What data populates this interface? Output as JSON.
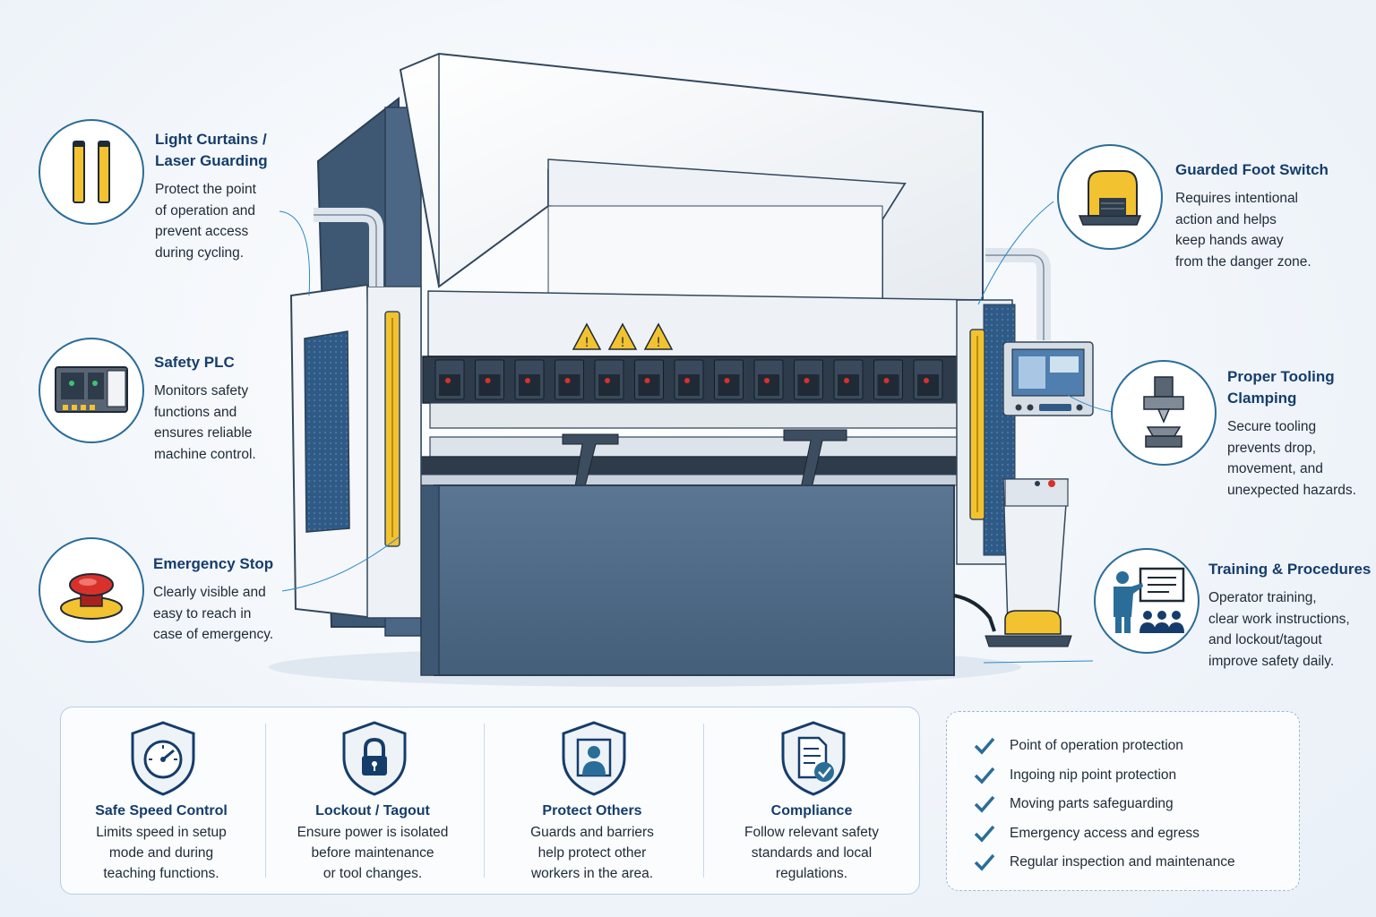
{
  "callouts": {
    "light_curtains": {
      "title": "Light Curtains /\nLaser Guarding",
      "desc": "Protect the point\nof operation and\nprevent access\nduring cycling."
    },
    "safety_plc": {
      "title": "Safety PLC",
      "desc": "Monitors safety\nfunctions and\nensures reliable\nmachine control."
    },
    "emergency_stop": {
      "title": "Emergency Stop",
      "desc": "Clearly visible and\neasy to reach in\ncase of emergency."
    },
    "foot_switch": {
      "title": "Guarded Foot Switch",
      "desc": "Requires intentional\naction and helps\nkeep hands away\nfrom the danger zone."
    },
    "tooling": {
      "title": "Proper Tooling\nClamping",
      "desc": "Secure tooling\nprevents drop,\nmovement, and\nunexpected hazards."
    },
    "training": {
      "title": "Training & Procedures",
      "desc": "Operator training,\nclear work instructions,\nand lockout/tagout\nimprove safety daily."
    }
  },
  "features": [
    {
      "title": "Safe Speed Control",
      "desc": "Limits speed in setup\nmode and during\nteaching functions.",
      "icon": "gauge-shield-icon"
    },
    {
      "title": "Lockout / Tagout",
      "desc": "Ensure power is isolated\nbefore maintenance\nor tool changes.",
      "icon": "padlock-shield-icon"
    },
    {
      "title": "Protect Others",
      "desc": "Guards and barriers\nhelp protect other\nworkers in the area.",
      "icon": "person-shield-icon"
    },
    {
      "title": "Compliance",
      "desc": "Follow relevant safety\nstandards and local\nregulations.",
      "icon": "document-check-shield-icon"
    }
  ],
  "checklist": [
    "Point of operation protection",
    "Ingoing nip point protection",
    "Moving parts safeguarding",
    "Emergency access and egress",
    "Regular inspection and maintenance"
  ],
  "colors": {
    "navy": "#153d6b",
    "accent_blue": "#2a6d99",
    "machine_steel": "#4e6a86",
    "machine_white": "#f4f6f8",
    "safety_yellow": "#f2c230",
    "estop_red": "#d8312b"
  }
}
